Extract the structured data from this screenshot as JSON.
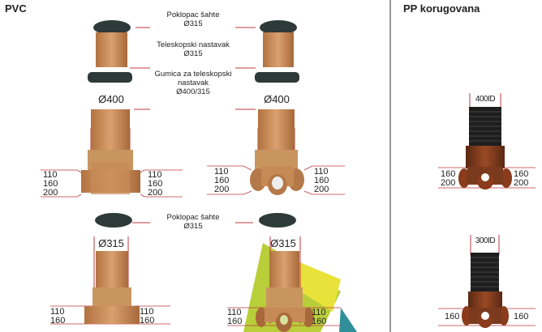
{
  "sections": {
    "pvc": "PVC",
    "pp": "PP korugovana"
  },
  "labels": {
    "lid": [
      "Poklopac šahte",
      "Ø315"
    ],
    "telescope": [
      "Teleskopski nastavak",
      "Ø315"
    ],
    "gasket": [
      "Gumica za teleskopski",
      "nastavak",
      "Ø400/315"
    ],
    "lid_small": [
      "Poklopac šahte",
      "Ø315"
    ]
  },
  "diameters": {
    "d400": "Ø400",
    "d315": "Ø315",
    "pp400": "400ID",
    "pp300": "300ID"
  },
  "inlets": {
    "n110": "110",
    "n160": "160",
    "n200": "200"
  },
  "colors": {
    "pipe": "#c98a55",
    "pipe_dark": "#a8693a",
    "lid": "#2e3a3a",
    "line": "#c0393f",
    "divider": "#777777",
    "pp_body": "#7a3a1e",
    "corrugated": "#1e1e1e",
    "yellow": "#e8e23a",
    "green": "#b8cf3a",
    "teal": "#2f8f9a"
  }
}
